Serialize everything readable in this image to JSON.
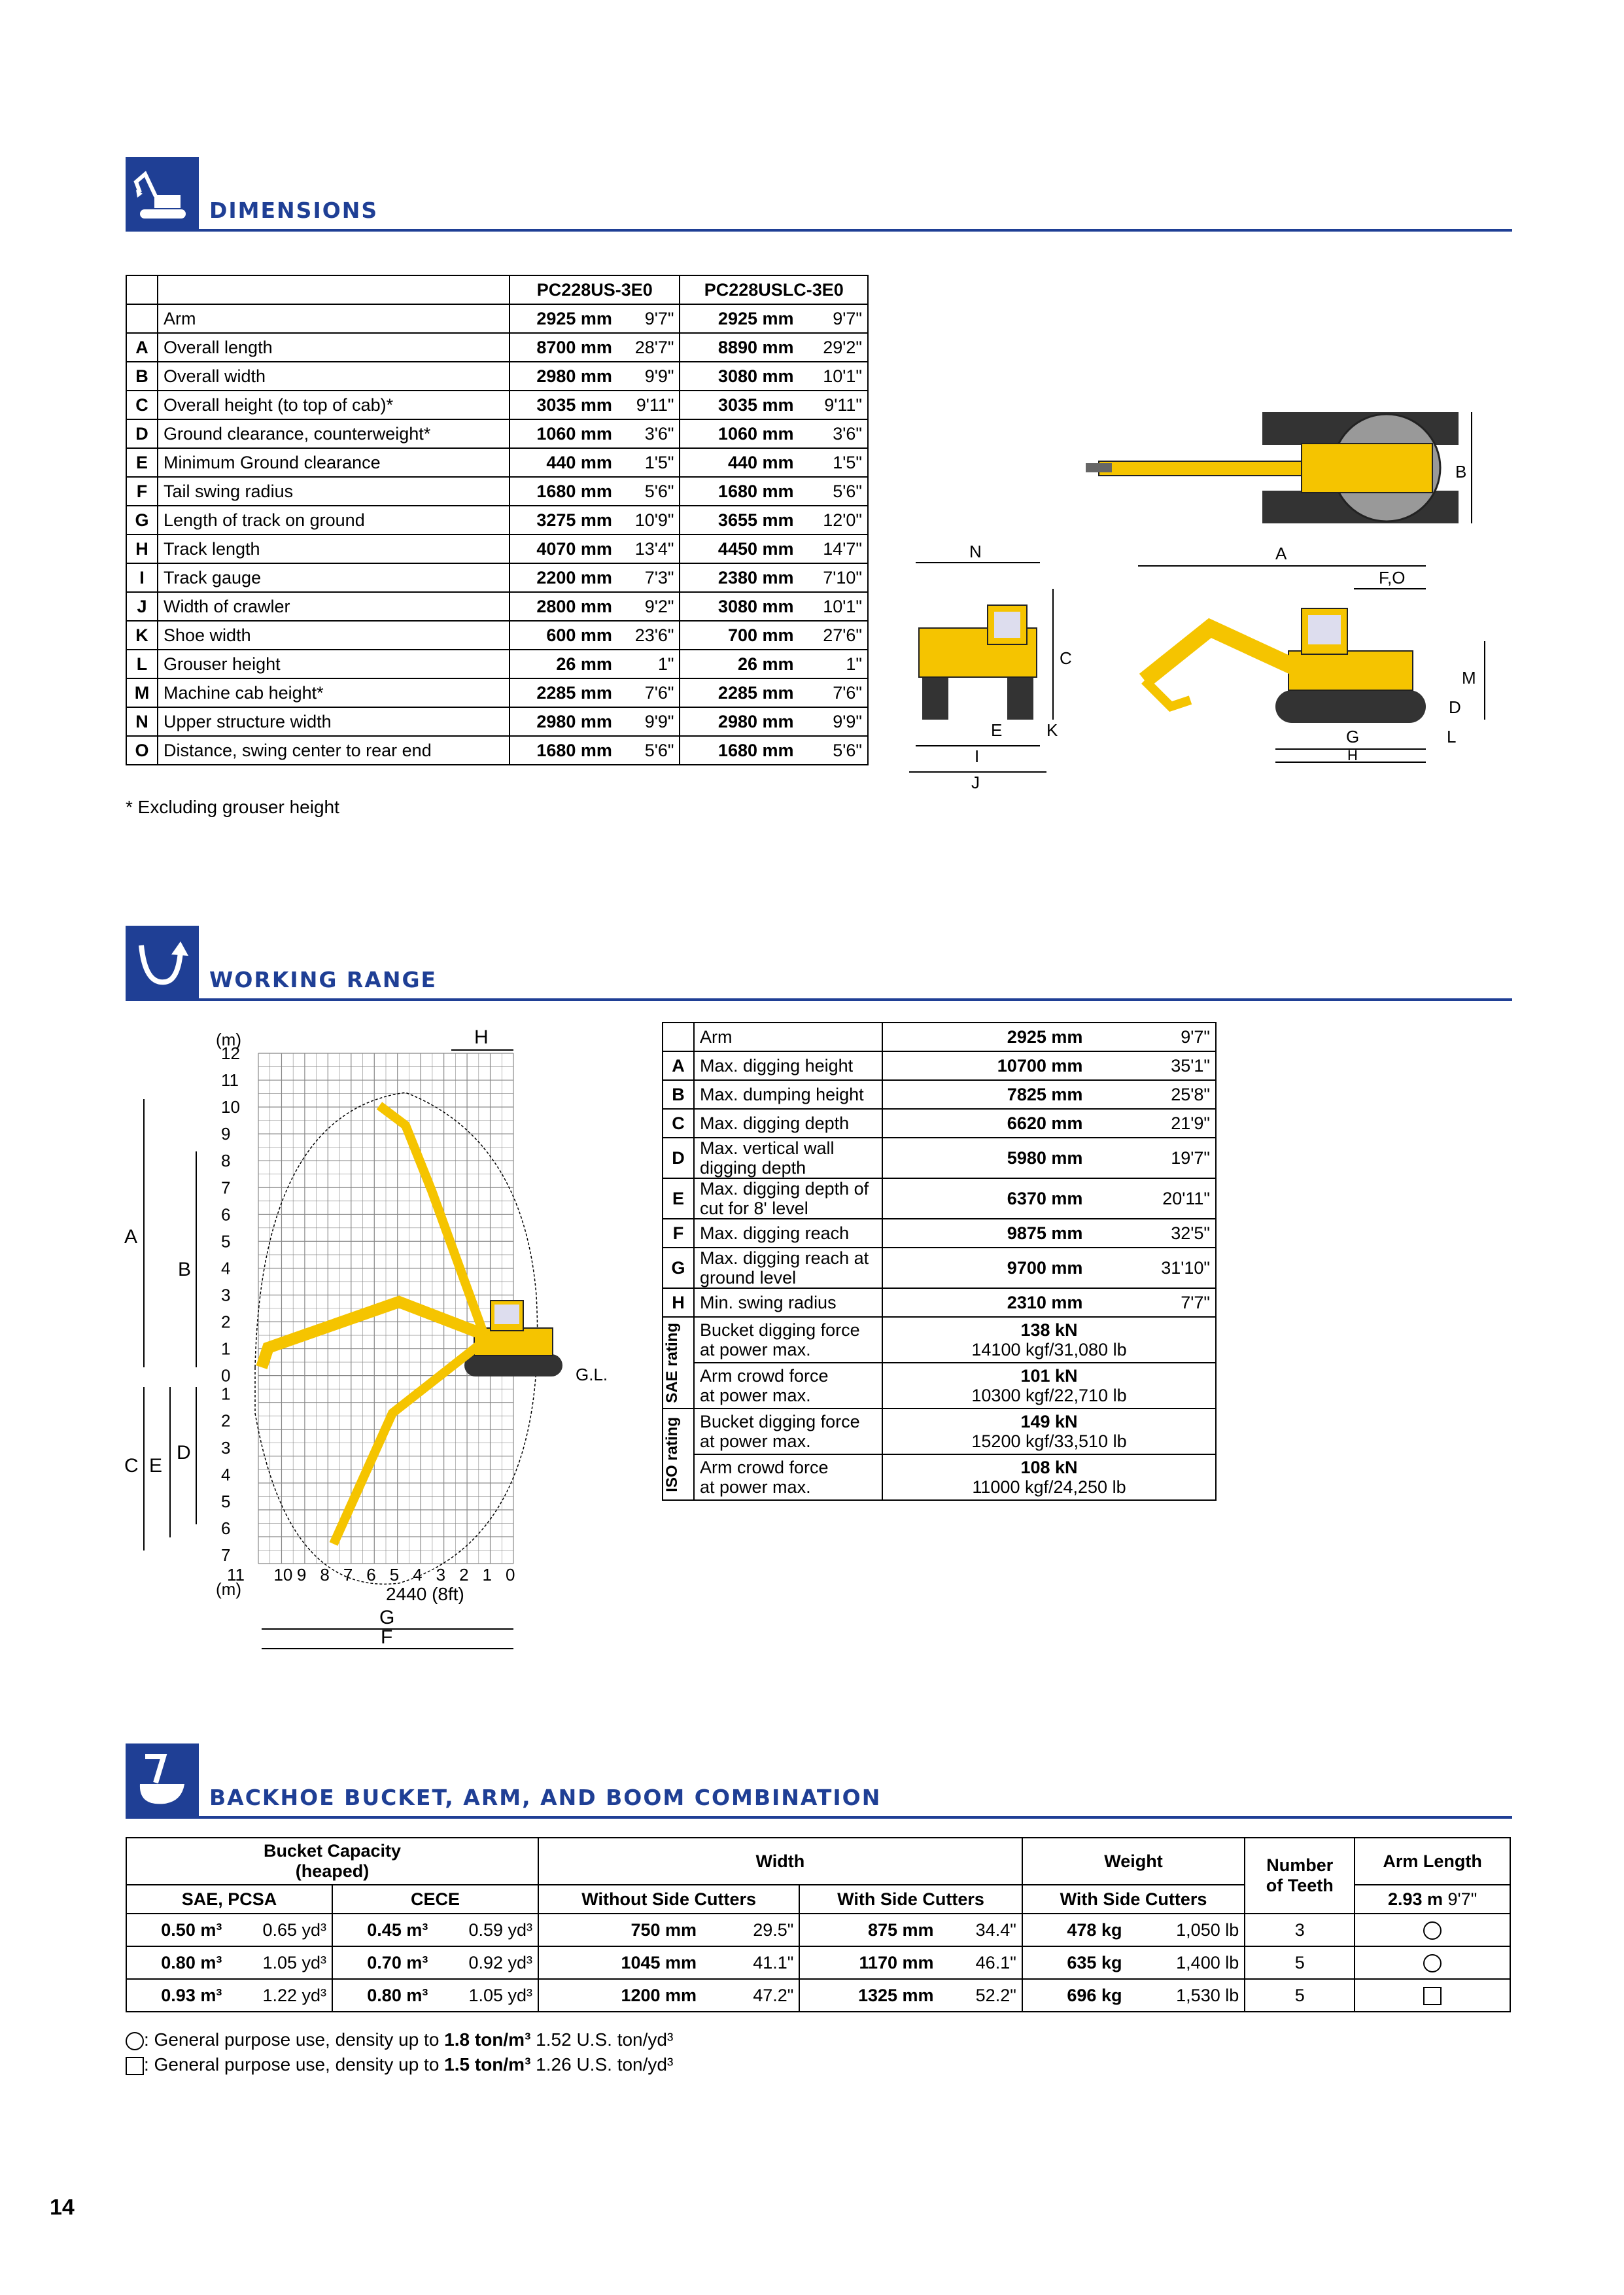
{
  "sections": {
    "dimensions": "DIMENSIONS",
    "working_range": "WORKING RANGE",
    "backhoe": "BACKHOE BUCKET, ARM, AND BOOM COMBINATION"
  },
  "dimensions_table": {
    "model1": "PC228US-3E0",
    "model2": "PC228USLC-3E0",
    "rows": [
      {
        "k": "",
        "label": "Arm",
        "m1": "2925 mm",
        "f1": "9'7\"",
        "m2": "2925 mm",
        "f2": "9'7\""
      },
      {
        "k": "A",
        "label": "Overall length",
        "m1": "8700 mm",
        "f1": "28'7\"",
        "m2": "8890 mm",
        "f2": "29'2\""
      },
      {
        "k": "B",
        "label": "Overall width",
        "m1": "2980 mm",
        "f1": "9'9\"",
        "m2": "3080 mm",
        "f2": "10'1\""
      },
      {
        "k": "C",
        "label": "Overall height (to top of cab)*",
        "m1": "3035 mm",
        "f1": "9'11\"",
        "m2": "3035 mm",
        "f2": "9'11\""
      },
      {
        "k": "D",
        "label": "Ground clearance, counterweight*",
        "m1": "1060 mm",
        "f1": "3'6\"",
        "m2": "1060 mm",
        "f2": "3'6\""
      },
      {
        "k": "E",
        "label": "Minimum Ground clearance",
        "m1": "440 mm",
        "f1": "1'5\"",
        "m2": "440 mm",
        "f2": "1'5\""
      },
      {
        "k": "F",
        "label": "Tail swing radius",
        "m1": "1680 mm",
        "f1": "5'6\"",
        "m2": "1680 mm",
        "f2": "5'6\""
      },
      {
        "k": "G",
        "label": "Length of track on ground",
        "m1": "3275 mm",
        "f1": "10'9\"",
        "m2": "3655 mm",
        "f2": "12'0\""
      },
      {
        "k": "H",
        "label": "Track length",
        "m1": "4070 mm",
        "f1": "13'4\"",
        "m2": "4450 mm",
        "f2": "14'7\""
      },
      {
        "k": "I",
        "label": "Track gauge",
        "m1": "2200 mm",
        "f1": "7'3\"",
        "m2": "2380 mm",
        "f2": "7'10\""
      },
      {
        "k": "J",
        "label": "Width of crawler",
        "m1": "2800 mm",
        "f1": "9'2\"",
        "m2": "3080 mm",
        "f2": "10'1\""
      },
      {
        "k": "K",
        "label": "Shoe width",
        "m1": "600 mm",
        "f1": "23'6\"",
        "m2": "700 mm",
        "f2": "27'6\""
      },
      {
        "k": "L",
        "label": "Grouser height",
        "m1": "26 mm",
        "f1": "1\"",
        "m2": "26 mm",
        "f2": "1\""
      },
      {
        "k": "M",
        "label": "Machine cab height*",
        "m1": "2285 mm",
        "f1": "7'6\"",
        "m2": "2285 mm",
        "f2": "7'6\""
      },
      {
        "k": "N",
        "label": "Upper structure width",
        "m1": "2980 mm",
        "f1": "9'9\"",
        "m2": "2980 mm",
        "f2": "9'9\""
      },
      {
        "k": "O",
        "label": "Distance, swing center to rear end",
        "m1": "1680 mm",
        "f1": "5'6\"",
        "m2": "1680 mm",
        "f2": "5'6\""
      }
    ],
    "footnote": "* Excluding grouser height"
  },
  "dim_diagram_labels": {
    "N": "N",
    "A": "A",
    "B": "B",
    "C": "C",
    "D": "D",
    "E": "E",
    "F_O": "F,O",
    "G": "G",
    "H": "H",
    "I": "I",
    "J": "J",
    "K": "K",
    "L": "L",
    "M": "M"
  },
  "working_range_table": {
    "rows": [
      {
        "k": "",
        "label": "Arm",
        "mm": "2925 mm",
        "ft": "9'7\""
      },
      {
        "k": "A",
        "label": "Max. digging height",
        "mm": "10700 mm",
        "ft": "35'1\""
      },
      {
        "k": "B",
        "label": "Max. dumping height",
        "mm": "7825 mm",
        "ft": "25'8\""
      },
      {
        "k": "C",
        "label": "Max. digging depth",
        "mm": "6620 mm",
        "ft": "21'9\""
      },
      {
        "k": "D",
        "label": "Max. vertical wall digging depth",
        "mm": "5980 mm",
        "ft": "19'7\""
      },
      {
        "k": "E",
        "label": "Max. digging depth of cut for 8' level",
        "mm": "6370 mm",
        "ft": "20'11\""
      },
      {
        "k": "F",
        "label": "Max. digging reach",
        "mm": "9875 mm",
        "ft": "32'5\""
      },
      {
        "k": "G",
        "label": "Max. digging reach at ground level",
        "mm": "9700 mm",
        "ft": "31'10\""
      },
      {
        "k": "H",
        "label": "Min. swing radius",
        "mm": "2310 mm",
        "ft": "7'7\""
      }
    ],
    "sae_label": "SAE rating",
    "iso_label": "ISO rating",
    "force_rows": [
      {
        "label1": "Bucket digging force",
        "label2": "at power max.",
        "v1": "138 kN",
        "v2": "14100 kgf/31,080 lb"
      },
      {
        "label1": "Arm crowd force",
        "label2": "at power max.",
        "v1": "101 kN",
        "v2": "10300 kgf/22,710 lb"
      },
      {
        "label1": "Bucket digging force",
        "label2": "at power max.",
        "v1": "149 kN",
        "v2": "15200 kgf/33,510 lb"
      },
      {
        "label1": "Arm crowd force",
        "label2": "at power max.",
        "v1": "108 kN",
        "v2": "11000 kgf/24,250 lb"
      }
    ]
  },
  "range_chart": {
    "unit": "(m)",
    "y_up": [
      "12",
      "11",
      "10",
      "9",
      "8",
      "7",
      "6",
      "5",
      "4",
      "3",
      "2",
      "1",
      "0"
    ],
    "y_down": [
      "1",
      "2",
      "3",
      "4",
      "5",
      "6",
      "7"
    ],
    "x_ticks": [
      "11",
      "10",
      "9",
      "8",
      "7",
      "6",
      "5",
      "4",
      "3",
      "2",
      "1",
      "0"
    ],
    "x_unit": "(m)",
    "gl": "G.L.",
    "level_note": "2440 (8ft)",
    "letters": {
      "A": "A",
      "B": "B",
      "C": "C",
      "D": "D",
      "E": "E",
      "F": "F",
      "G": "G",
      "H": "H"
    }
  },
  "backhoe_table": {
    "h_bucket1": "Bucket Capacity",
    "h_bucket2": "(heaped)",
    "h_sae": "SAE, PCSA",
    "h_cece": "CECE",
    "h_width": "Width",
    "h_without": "Without Side Cutters",
    "h_with": "With Side Cutters",
    "h_weight": "Weight",
    "h_weight_with": "With Side Cutters",
    "h_teeth1": "Number",
    "h_teeth2": "of Teeth",
    "h_arm": "Arm Length",
    "h_arm_val": "2.93 m",
    "h_arm_ft": "9'7\"",
    "rows": [
      {
        "sae_m": "0.50 m³",
        "sae_y": "0.65 yd³",
        "cece_m": "0.45 m³",
        "cece_y": "0.59 yd³",
        "wo_mm": "750 mm",
        "wo_in": "29.5\"",
        "w_mm": "875 mm",
        "w_in": "34.4\"",
        "wt_kg": "478 kg",
        "wt_lb": "1,050 lb",
        "teeth": "3",
        "sym": "circle"
      },
      {
        "sae_m": "0.80 m³",
        "sae_y": "1.05 yd³",
        "cece_m": "0.70 m³",
        "cece_y": "0.92 yd³",
        "wo_mm": "1045 mm",
        "wo_in": "41.1\"",
        "w_mm": "1170 mm",
        "w_in": "46.1\"",
        "wt_kg": "635 kg",
        "wt_lb": "1,400 lb",
        "teeth": "5",
        "sym": "circle"
      },
      {
        "sae_m": "0.93 m³",
        "sae_y": "1.22 yd³",
        "cece_m": "0.80 m³",
        "cece_y": "1.05 yd³",
        "wo_mm": "1200 mm",
        "wo_in": "47.2\"",
        "w_mm": "1325 mm",
        "w_in": "52.2\"",
        "wt_kg": "696 kg",
        "wt_lb": "1,530 lb",
        "teeth": "5",
        "sym": "square"
      }
    ],
    "legend1_pre": ": General purpose use, density up to ",
    "legend1_bold": "1.8 ton/m³",
    "legend1_post": " 1.52 U.S. ton/yd³",
    "legend2_pre": ": General purpose use, density up to ",
    "legend2_bold": "1.5 ton/m³",
    "legend2_post": " 1.26 U.S. ton/yd³"
  },
  "page_number": "14",
  "colors": {
    "brand_blue": "#1f3f95",
    "machine_yellow": "#f5c400"
  }
}
